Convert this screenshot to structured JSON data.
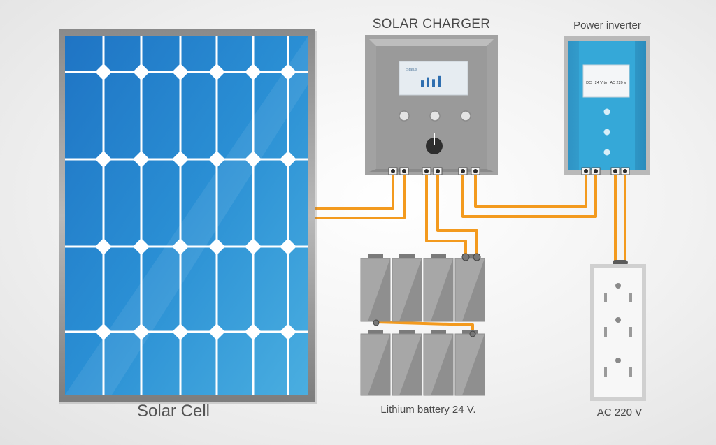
{
  "solar_panel": {
    "label": "Solar Cell"
  },
  "charger": {
    "title": "SOLAR CHARGER",
    "screen_text": "Status",
    "screen_bars": [
      0.55,
      0.8,
      0.65,
      0.9
    ]
  },
  "inverter": {
    "title": "Power inverter",
    "screen_text": "DC   24 V to   AC 220 V"
  },
  "battery": {
    "label": "Lithium battery 24 V."
  },
  "outlet": {
    "label": "AC 220 V"
  },
  "colors": {
    "panel_blue": "#2b8ad0",
    "wire_orange": "#f39a1e",
    "device_gray": "#9a9a9a",
    "inverter_blue": "#3aa6d6"
  }
}
